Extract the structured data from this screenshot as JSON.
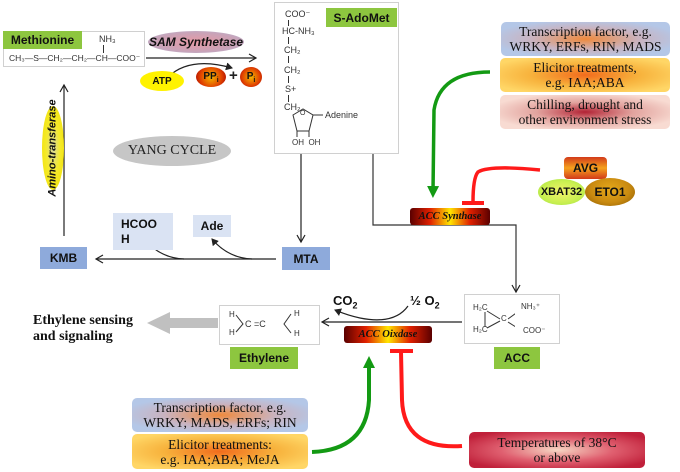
{
  "yang_cycle": {
    "title": "YANG CYCLE",
    "methionine": {
      "label": "Methionine",
      "formula_top": "NH₃",
      "formula": "CH₃—S—CH₂—CH₂—CH—COO⁻"
    },
    "sam_synthetase": {
      "label": "SAM Synthetase",
      "atp": "ATP",
      "ppi": "PP",
      "ppi_sub": "i",
      "plus": "+",
      "pi": "P",
      "pi_sub": "i"
    },
    "s_adomet": {
      "label": "S-AdoMet",
      "formula_lines": [
        "COO⁻",
        "HC-NH₃",
        "CH₂",
        "CH₂",
        "S+",
        "CH₂"
      ],
      "adenine": "Adenine",
      "oh": "OH  OH"
    },
    "mta": {
      "label": "MTA"
    },
    "kmb": {
      "label": "KMB"
    },
    "hcooh": {
      "line1": "HCOO",
      "line2": "H"
    },
    "ade": {
      "label": "Ade"
    },
    "amino_transferase": {
      "label": "Amino-transferase"
    }
  },
  "acc_synthase": {
    "label": "ACC Synthase",
    "regulators_up": [
      {
        "line1": "Transcription factor, e.g.",
        "line2": "WRKY, ERFs, RIN, MADS"
      },
      {
        "line1": "Elicitor treatments,",
        "line2": "e.g. IAA;ABA"
      },
      {
        "line1": "Chilling, drought and",
        "line2": "other environment stress"
      }
    ],
    "inhibitors": {
      "avg": "AVG",
      "xbat32": "XBAT32",
      "eto1": "ETO1"
    }
  },
  "acc": {
    "label": "ACC",
    "h2c_top": "H₂C",
    "h2c_bottom": "H₂C",
    "c": "C",
    "nh3": "NH₃⁺",
    "coo": "COO⁻"
  },
  "acc_oxidase": {
    "label": "ACC Oixdase",
    "co2": "CO",
    "co2_sub": "2",
    "o2": "½ O",
    "o2_sub": "2",
    "regulators_up": [
      {
        "line1": "Transcription factor, e.g.",
        "line2": "WRKY; MADS, ERFs; RIN"
      },
      {
        "line1": "Elicitor treatments:",
        "line2": "e.g. IAA;ABA; MeJA"
      }
    ],
    "inhibitor": {
      "line1": "Temperatures of 38°C",
      "line2": "or above"
    }
  },
  "ethylene": {
    "label": "Ethylene",
    "h": "H",
    "bond": "C =C",
    "output_line1": "Ethylene sensing",
    "output_line2": "and signaling"
  },
  "colors": {
    "green_label": "#8dc63f",
    "blue_label": "#8eaadb",
    "promote_arrow": "#139a13",
    "inhibit_arrow": "#ff1a1a"
  }
}
